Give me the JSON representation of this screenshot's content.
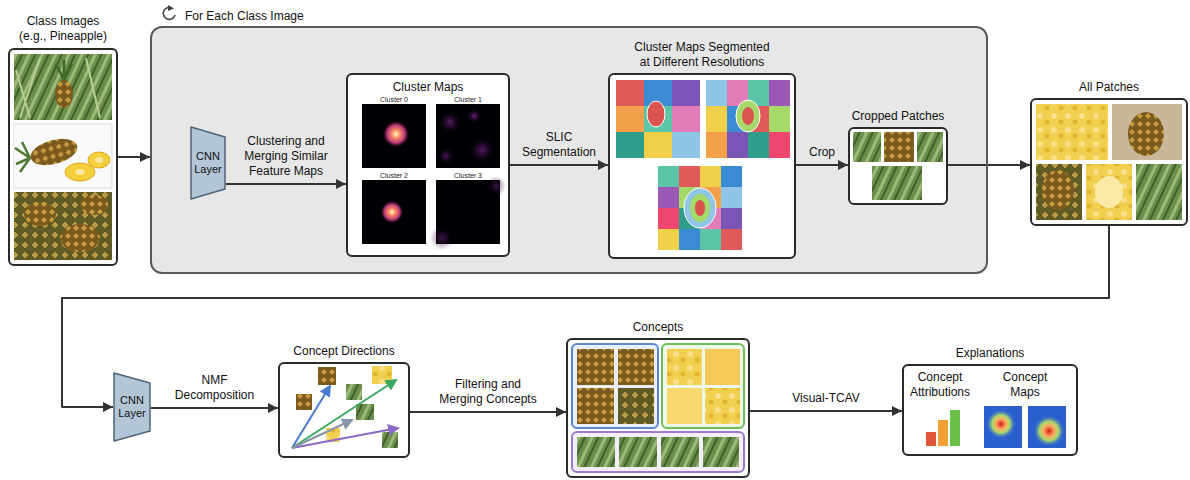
{
  "diagram": {
    "nodes": [
      {
        "text": [
          "Class Images (e.g., Pineapple)"
        ]
      },
      {
        "text": [
          "For Each Class Image"
        ]
      },
      {
        "text": [
          "CNN Layer"
        ],
        "in": 1
      },
      {
        "text": [
          "Cluster Maps",
          "Cluster 0",
          "Cluster 1",
          "Cluster 2",
          "Cluster 3"
        ],
        "in": 1
      },
      {
        "text": [
          "Cluster Maps Segmented at Different Resolutions"
        ],
        "in": 1
      },
      {
        "text": [
          "Cropped Patches"
        ],
        "in": 1
      },
      {
        "text": [
          "All Patches"
        ]
      },
      {
        "text": [
          "CNN Layer"
        ]
      },
      {
        "text": [
          "Concept Directions"
        ]
      },
      {
        "text": [
          "Concepts"
        ]
      },
      {
        "text": [
          "Explanations",
          "Concept Attributions",
          "Concept Maps"
        ]
      }
    ],
    "edges": [
      {
        "from": 0,
        "to": 1,
        "arrow": "to"
      },
      {
        "from": 2,
        "to": 3,
        "label": "Clustering and Merging Similar Feature Maps",
        "arrow": "to"
      },
      {
        "from": 3,
        "to": 4,
        "label": "SLIC Segmentation",
        "arrow": "to"
      },
      {
        "from": 4,
        "to": 5,
        "label": "Crop",
        "arrow": "to"
      },
      {
        "from": 5,
        "to": 6,
        "arrow": "to"
      },
      {
        "from": 6,
        "to": 7,
        "arrow": "to"
      },
      {
        "from": 7,
        "to": 8,
        "label": "NMF Decomposition",
        "arrow": "to"
      },
      {
        "from": 8,
        "to": 9,
        "label": "Filtering and Merging Concepts",
        "arrow": "to"
      },
      {
        "from": 9,
        "to": 10,
        "label": "Visual-TCAV",
        "arrow": "to"
      }
    ]
  }
}
